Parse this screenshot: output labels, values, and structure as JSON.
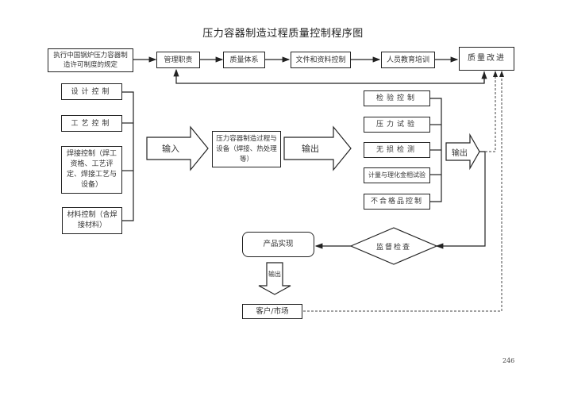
{
  "title": "压力容器制造过程质量控制程序图",
  "top_row": {
    "regulation": "执行中国锅炉压力容器制造许可制度的规定",
    "steps": [
      "管理职责",
      "质量体系",
      "文件和资料控制",
      "人员教育培训"
    ],
    "improvement": "质量改进"
  },
  "inputs": [
    "设计控制",
    "工艺控制",
    "焊接控制（焊工资格、工艺评定、焊接工艺与设备）",
    "材料控制（含焊接材料）"
  ],
  "input_arrow": "输入",
  "process": "压力容器制造过程与设备（焊接、热处理等）",
  "output_arrow": "输出",
  "outputs": [
    "检验控制",
    "压力试验",
    "无损检测",
    "计量与理化金相试验",
    "不合格品控制"
  ],
  "output_arrow_2": "输出",
  "supervision": "监督检查",
  "product": "产品实现",
  "output_arrow_3": "输出",
  "customer": "客户/市场",
  "page_number": "246"
}
